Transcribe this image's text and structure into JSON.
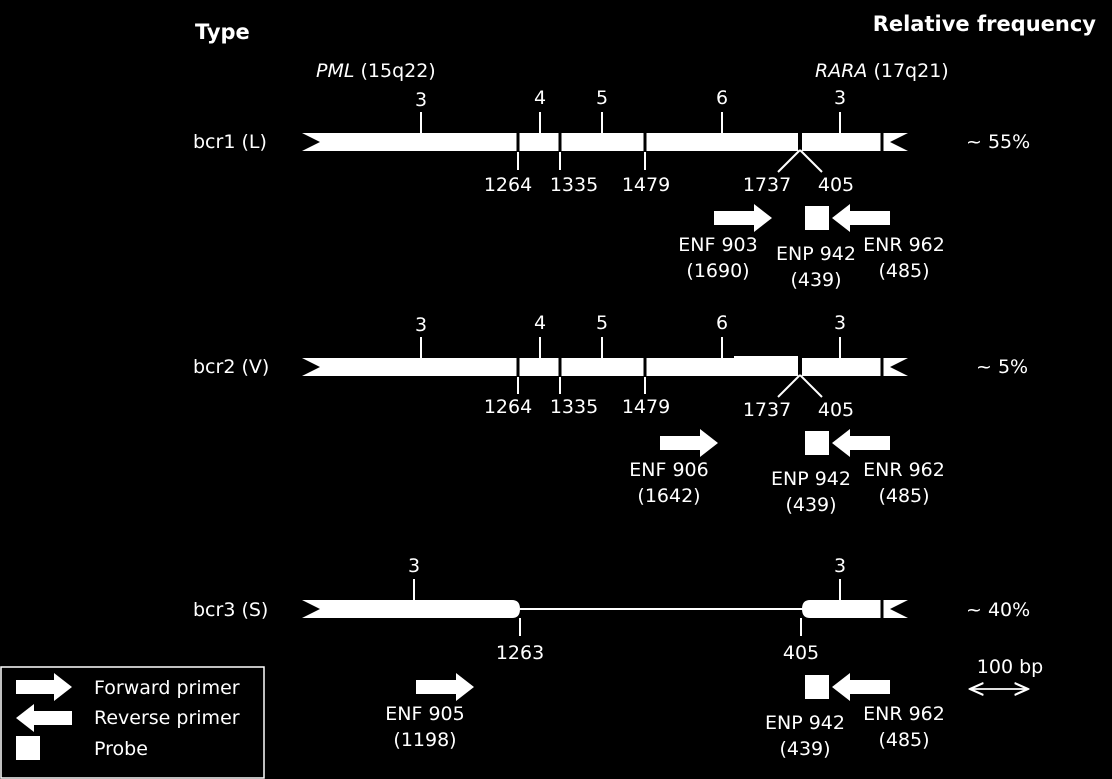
{
  "header": {
    "type_label": "Type",
    "frequency_label": "Relative frequency"
  },
  "genes": {
    "left": {
      "name": "PML",
      "locus": "(15q22)"
    },
    "right": {
      "name": "RARA",
      "locus": "(17q21)"
    }
  },
  "rows": [
    {
      "type": "bcr1 (L)",
      "frequency": "~ 55%",
      "exons": [
        "3",
        "4",
        "5",
        "6",
        "3"
      ],
      "positions": [
        "1264",
        "1335",
        "1479",
        "1737",
        "405"
      ],
      "forward_primer": {
        "name": "ENF 903",
        "pos": "(1690)"
      },
      "probe": {
        "name": "ENP 942",
        "pos": "(439)"
      },
      "reverse_primer": {
        "name": "ENR 962",
        "pos": "(485)"
      }
    },
    {
      "type": "bcr2 (V)",
      "frequency": "~ 5%",
      "exons": [
        "3",
        "4",
        "5",
        "6",
        "3"
      ],
      "positions": [
        "1264",
        "1335",
        "1479",
        "1737",
        "405"
      ],
      "forward_primer": {
        "name": "ENF 906",
        "pos": "(1642)"
      },
      "probe": {
        "name": "ENP 942",
        "pos": "(439)"
      },
      "reverse_primer": {
        "name": "ENR 962",
        "pos": "(485)"
      }
    },
    {
      "type": "bcr3 (S)",
      "frequency": "~ 40%",
      "exons": [
        "3",
        "3"
      ],
      "positions": [
        "1263",
        "405"
      ],
      "forward_primer": {
        "name": "ENF 905",
        "pos": "(1198)"
      },
      "probe": {
        "name": "ENP 942",
        "pos": "(439)"
      },
      "reverse_primer": {
        "name": "ENR 962",
        "pos": "(485)"
      }
    }
  ],
  "legend": {
    "forward": "Forward primer",
    "reverse": "Reverse primer",
    "probe": "Probe"
  },
  "scale_bar": "100 bp"
}
